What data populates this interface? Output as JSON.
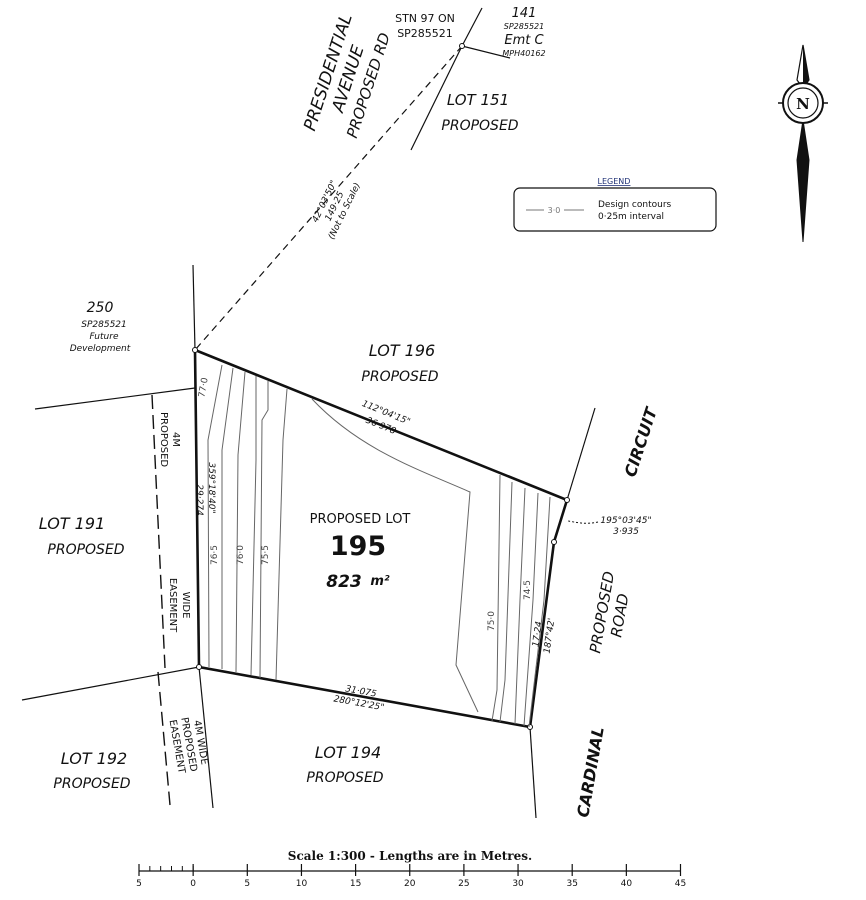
{
  "station": {
    "line1": "STN 97 ON",
    "line2": "SP285521"
  },
  "lot141": {
    "num": "141",
    "plan": "SP285521",
    "emt": "Emt C",
    "mph": "MPH40162"
  },
  "road_presidential": {
    "line1": "PRESIDENTIAL",
    "line2": "AVENUE",
    "line3": "PROPOSED RD"
  },
  "lot151": {
    "name": "LOT 151",
    "status": "PROPOSED"
  },
  "legend": {
    "title": "LEGEND",
    "sample": "3·0",
    "line1": "Design contours",
    "line2": "0·25m interval"
  },
  "bearing_dash": {
    "bearing": "42°03'50\"",
    "dist": "149·25",
    "note": "(Not to Scale)"
  },
  "lot250": {
    "num": "250",
    "plan": "SP285521",
    "line1": "Future",
    "line2": "Development"
  },
  "lot196": {
    "name": "LOT 196",
    "status": "PROPOSED"
  },
  "lot191": {
    "name": "LOT 191",
    "status": "PROPOSED"
  },
  "lot192": {
    "name": "LOT 192",
    "status": "PROPOSED"
  },
  "lot194": {
    "name": "LOT 194",
    "status": "PROPOSED"
  },
  "easement_top": {
    "line1": "4M",
    "line2": "PROPOSED",
    "line3": "WIDE",
    "line4": "EASEMENT"
  },
  "easement_bottom": {
    "line1": "4M WIDE",
    "line2": "PROPOSED",
    "line3": "EASEMENT"
  },
  "main_lot": {
    "label": "PROPOSED LOT",
    "number": "195",
    "area_value": "823",
    "area_unit": "m²"
  },
  "road_circuit": {
    "line1": "CIRCUIT",
    "line2": "CARDINAL",
    "proposed1": "PROPOSED",
    "proposed2": "ROAD"
  },
  "dims": {
    "top_bearing": "112°04'15\"",
    "top_dist": "36·978",
    "left_bearing": "359°18'40\"",
    "left_dist": "29·274",
    "bottom_dist": "31·075",
    "bottom_bearing": "280°12'25\"",
    "right_dist": "17·24",
    "right_bearing": "187°42'",
    "corner_bearing": "195°03'45\"",
    "corner_dist": "3·935"
  },
  "contours": {
    "c77": "77·0",
    "c765": "76·5",
    "c760": "76·0",
    "c755": "75·5",
    "c750": "75·0",
    "c745": "74·5"
  },
  "north": {
    "label": "N"
  },
  "scale": {
    "title": "Scale 1:300 - Lengths are in Metres.",
    "ticks": [
      "5",
      "0",
      "5",
      "10",
      "15",
      "20",
      "25",
      "30",
      "35",
      "40",
      "45"
    ]
  }
}
